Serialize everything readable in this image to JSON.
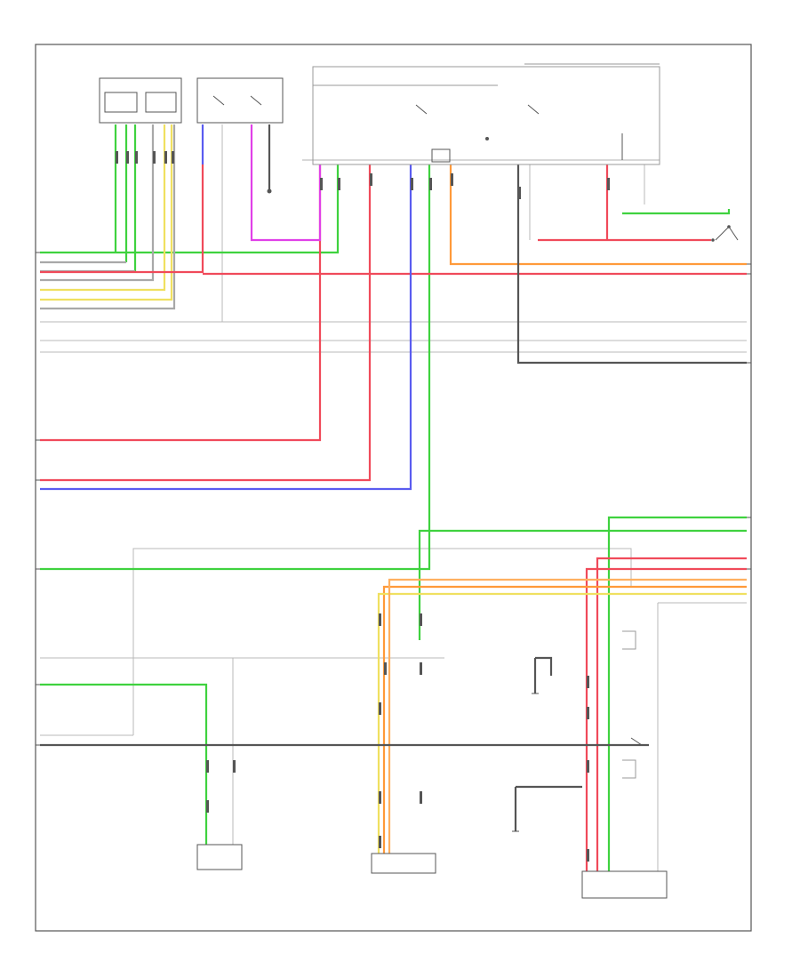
{
  "diagram": {
    "page_code": "",
    "colors": {
      "green": "#3fd23f",
      "red": "#f04a5a",
      "magenta": "#e040e8",
      "blue": "#5a5cf0",
      "orange": "#ff9a3a",
      "yellow": "#f0e060",
      "pink": "#ff7a8a",
      "frame": "#555555",
      "thin": "#b8b8b8"
    },
    "components": [
      {
        "id": "top-left-module",
        "label": ""
      },
      {
        "id": "top-mid-switch",
        "label": ""
      },
      {
        "id": "relay-box",
        "label": ""
      },
      {
        "id": "right-relay-box",
        "label": ""
      },
      {
        "id": "right-switch",
        "label": ""
      },
      {
        "id": "left-bottom-sensor",
        "label": ""
      },
      {
        "id": "mid-bottom-sensor",
        "label": ""
      },
      {
        "id": "right-bottom-module",
        "label": ""
      }
    ],
    "left_terminals": [],
    "right_terminals": []
  }
}
